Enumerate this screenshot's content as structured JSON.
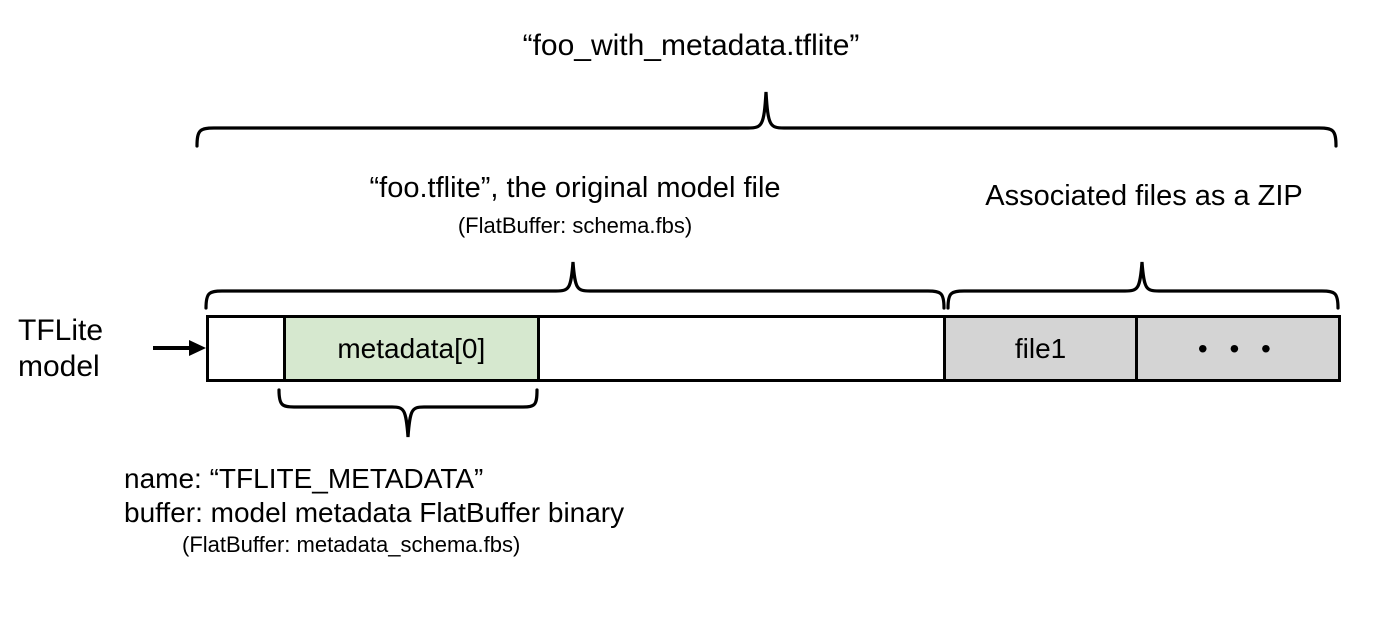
{
  "diagram": {
    "title": "“foo_with_metadata.tflite”",
    "sections": {
      "model": {
        "label": "“foo.tflite”, the original model file",
        "sublabel": "(FlatBuffer: schema.fbs)"
      },
      "zip": {
        "label": "Associated files as a ZIP"
      }
    },
    "left_label": "TFLite\nmodel",
    "left_label_line1": "TFLite",
    "left_label_line2": "model",
    "arrow_icon": "right-arrow-icon",
    "bar": {
      "cells": [
        {
          "id": "pad-left",
          "label": "",
          "fill": "#ffffff"
        },
        {
          "id": "metadata",
          "label": "metadata[0]",
          "fill": "#d6e8cf"
        },
        {
          "id": "model-rest",
          "label": "",
          "fill": "#ffffff"
        },
        {
          "id": "file1",
          "label": "file1",
          "fill": "#d4d4d4"
        },
        {
          "id": "more",
          "label": "• • •",
          "fill": "#d4d4d4"
        }
      ]
    },
    "metadata_note": {
      "line1": "name: “TFLITE_METADATA”",
      "line2": "buffer: model metadata FlatBuffer binary",
      "line3": "(FlatBuffer: metadata_schema.fbs)"
    },
    "colors": {
      "metadata_fill": "#d6e8cf",
      "zip_fill": "#d4d4d4",
      "stroke": "#000000",
      "background": "#ffffff"
    }
  }
}
